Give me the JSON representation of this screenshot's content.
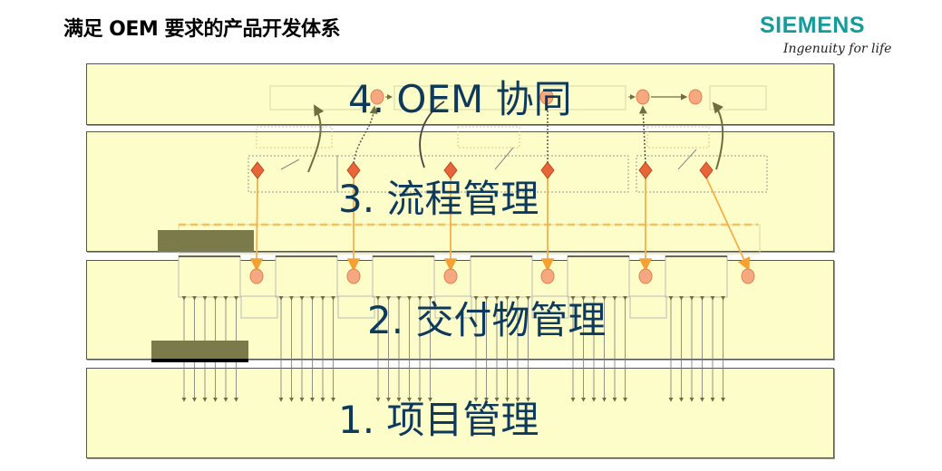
{
  "header": {
    "title": "满足 OEM 要求的产品开发体系"
  },
  "brand": {
    "name": "SIEMENS",
    "tagline": "Ingenuity for life",
    "color": "#149c9c"
  },
  "layers": [
    {
      "label": "4. OEM 协同"
    },
    {
      "label": "3. 流程管理"
    },
    {
      "label": "2. 交付物管理"
    },
    {
      "label": "1. 项目管理"
    }
  ],
  "colors": {
    "band": "#fdfdc9",
    "text": "#0d3a5c",
    "orange": "#f5b04a",
    "diamond": "#e8643a",
    "olive": "#7a7a4a"
  }
}
